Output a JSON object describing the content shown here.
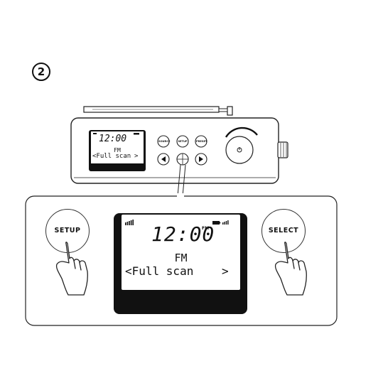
{
  "step_number": "2",
  "radio_display": {
    "time": "12:00",
    "time_suffix": "FM",
    "band": "FM",
    "menu_text": "<Full scan",
    "menu_right_arrow": ">"
  },
  "radio_buttons": {
    "source": "SOURCE",
    "setup": "SETUP",
    "preset": "PRESET"
  },
  "callout_buttons": {
    "setup_label": "SETUP",
    "select_label": "SELECT"
  },
  "icons": [
    "signal-icon",
    "battery-icon",
    "hand-press-icon",
    "volume-knob-icon",
    "antenna-icon"
  ]
}
